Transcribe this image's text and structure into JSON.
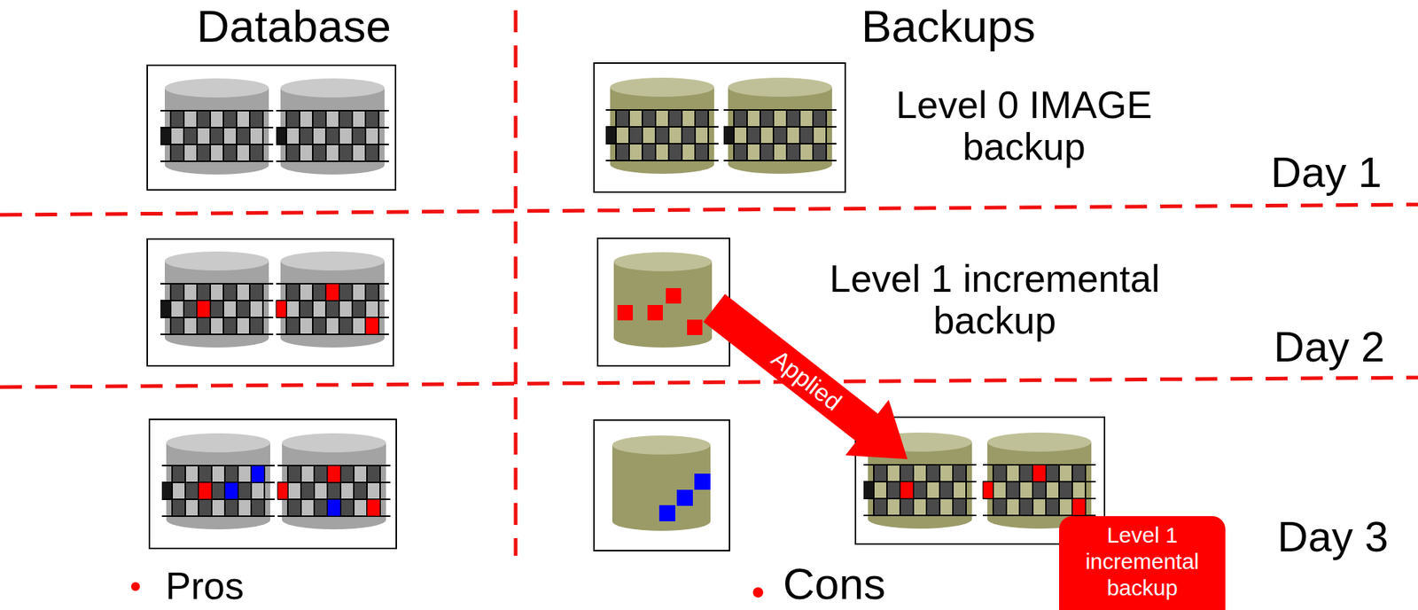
{
  "diagram": {
    "nodes": [
      {
        "text": [
          "Level 1 incremental backup"
        ]
      }
    ],
    "labels": [
      "Database",
      "Backups",
      "Level 0 IMAGE backup",
      "Day 1",
      "Level 1 incremental backup",
      "Day 2",
      "Applied",
      "Day 3",
      "Pros",
      "Cons"
    ]
  }
}
